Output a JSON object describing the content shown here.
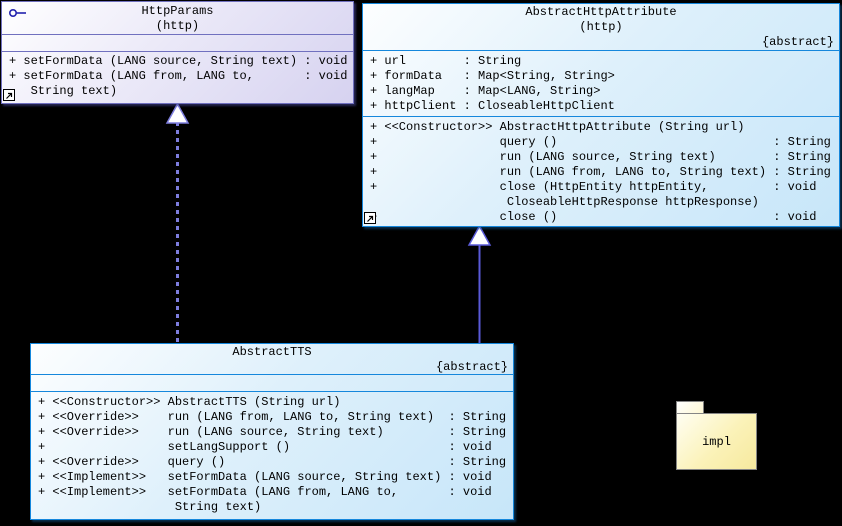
{
  "diagram": {
    "kind": "uml-class-diagram",
    "background": "#000000"
  },
  "classes": {
    "httpParams": {
      "name": "HttpParams",
      "namespace": "(http)",
      "stereotype": "interface",
      "attributes": [],
      "operations": [
        "+ setFormData (LANG source, String text) : void",
        "+ setFormData (LANG from, LANG to,       : void",
        "   String text)"
      ]
    },
    "abstractHttpAttribute": {
      "name": "AbstractHttpAttribute",
      "namespace": "(http)",
      "tag": "{abstract}",
      "attributes": [
        "+ url        : String",
        "+ formData   : Map<String, String>",
        "+ langMap    : Map<LANG, String>",
        "+ httpClient : CloseableHttpClient"
      ],
      "operations": [
        "+ <<Constructor>> AbstractHttpAttribute (String url)",
        "+                 query ()                              : String",
        "+                 run (LANG source, String text)        : String",
        "+                 run (LANG from, LANG to, String text) : String",
        "+                 close (HttpEntity httpEntity,         : void",
        "                   CloseableHttpResponse httpResponse)",
        "+                 close ()                              : void"
      ]
    },
    "abstractTTS": {
      "name": "AbstractTTS",
      "tag": "{abstract}",
      "attributes": [],
      "operations": [
        "+ <<Constructor>> AbstractTTS (String url)",
        "+ <<Override>>    run (LANG from, LANG to, String text)  : String",
        "+ <<Override>>    run (LANG source, String text)         : String",
        "+                 setLangSupport ()                      : void",
        "+ <<Override>>    query ()                               : String",
        "+ <<Implement>>   setFormData (LANG source, String text) : void",
        "+ <<Implement>>   setFormData (LANG from, LANG to,       : void",
        "                   String text)"
      ]
    }
  },
  "package": {
    "name": "impl"
  },
  "relationships": [
    {
      "type": "realization",
      "from": "AbstractTTS",
      "to": "HttpParams",
      "line": "dashed",
      "head": "hollow-triangle"
    },
    {
      "type": "generalization",
      "from": "AbstractTTS",
      "to": "AbstractHttpAttribute",
      "line": "solid",
      "head": "hollow-triangle"
    }
  ],
  "icons": {
    "interface_lollipop": "circle-with-tail",
    "expand_arrow": "↗"
  },
  "colors": {
    "background": "#000000",
    "interface_box_border": "#7070bf",
    "interface_box_fill_end": "#d6d2f0",
    "class_box_border": "#1587dc",
    "class_box_fill_end": "#c7e6f9",
    "package_border": "#858585",
    "package_fill_end": "#f6e99e",
    "realization_arrow": "#7d7dde",
    "generalization_arrow": "#5a5ad8",
    "text": "#000000"
  }
}
